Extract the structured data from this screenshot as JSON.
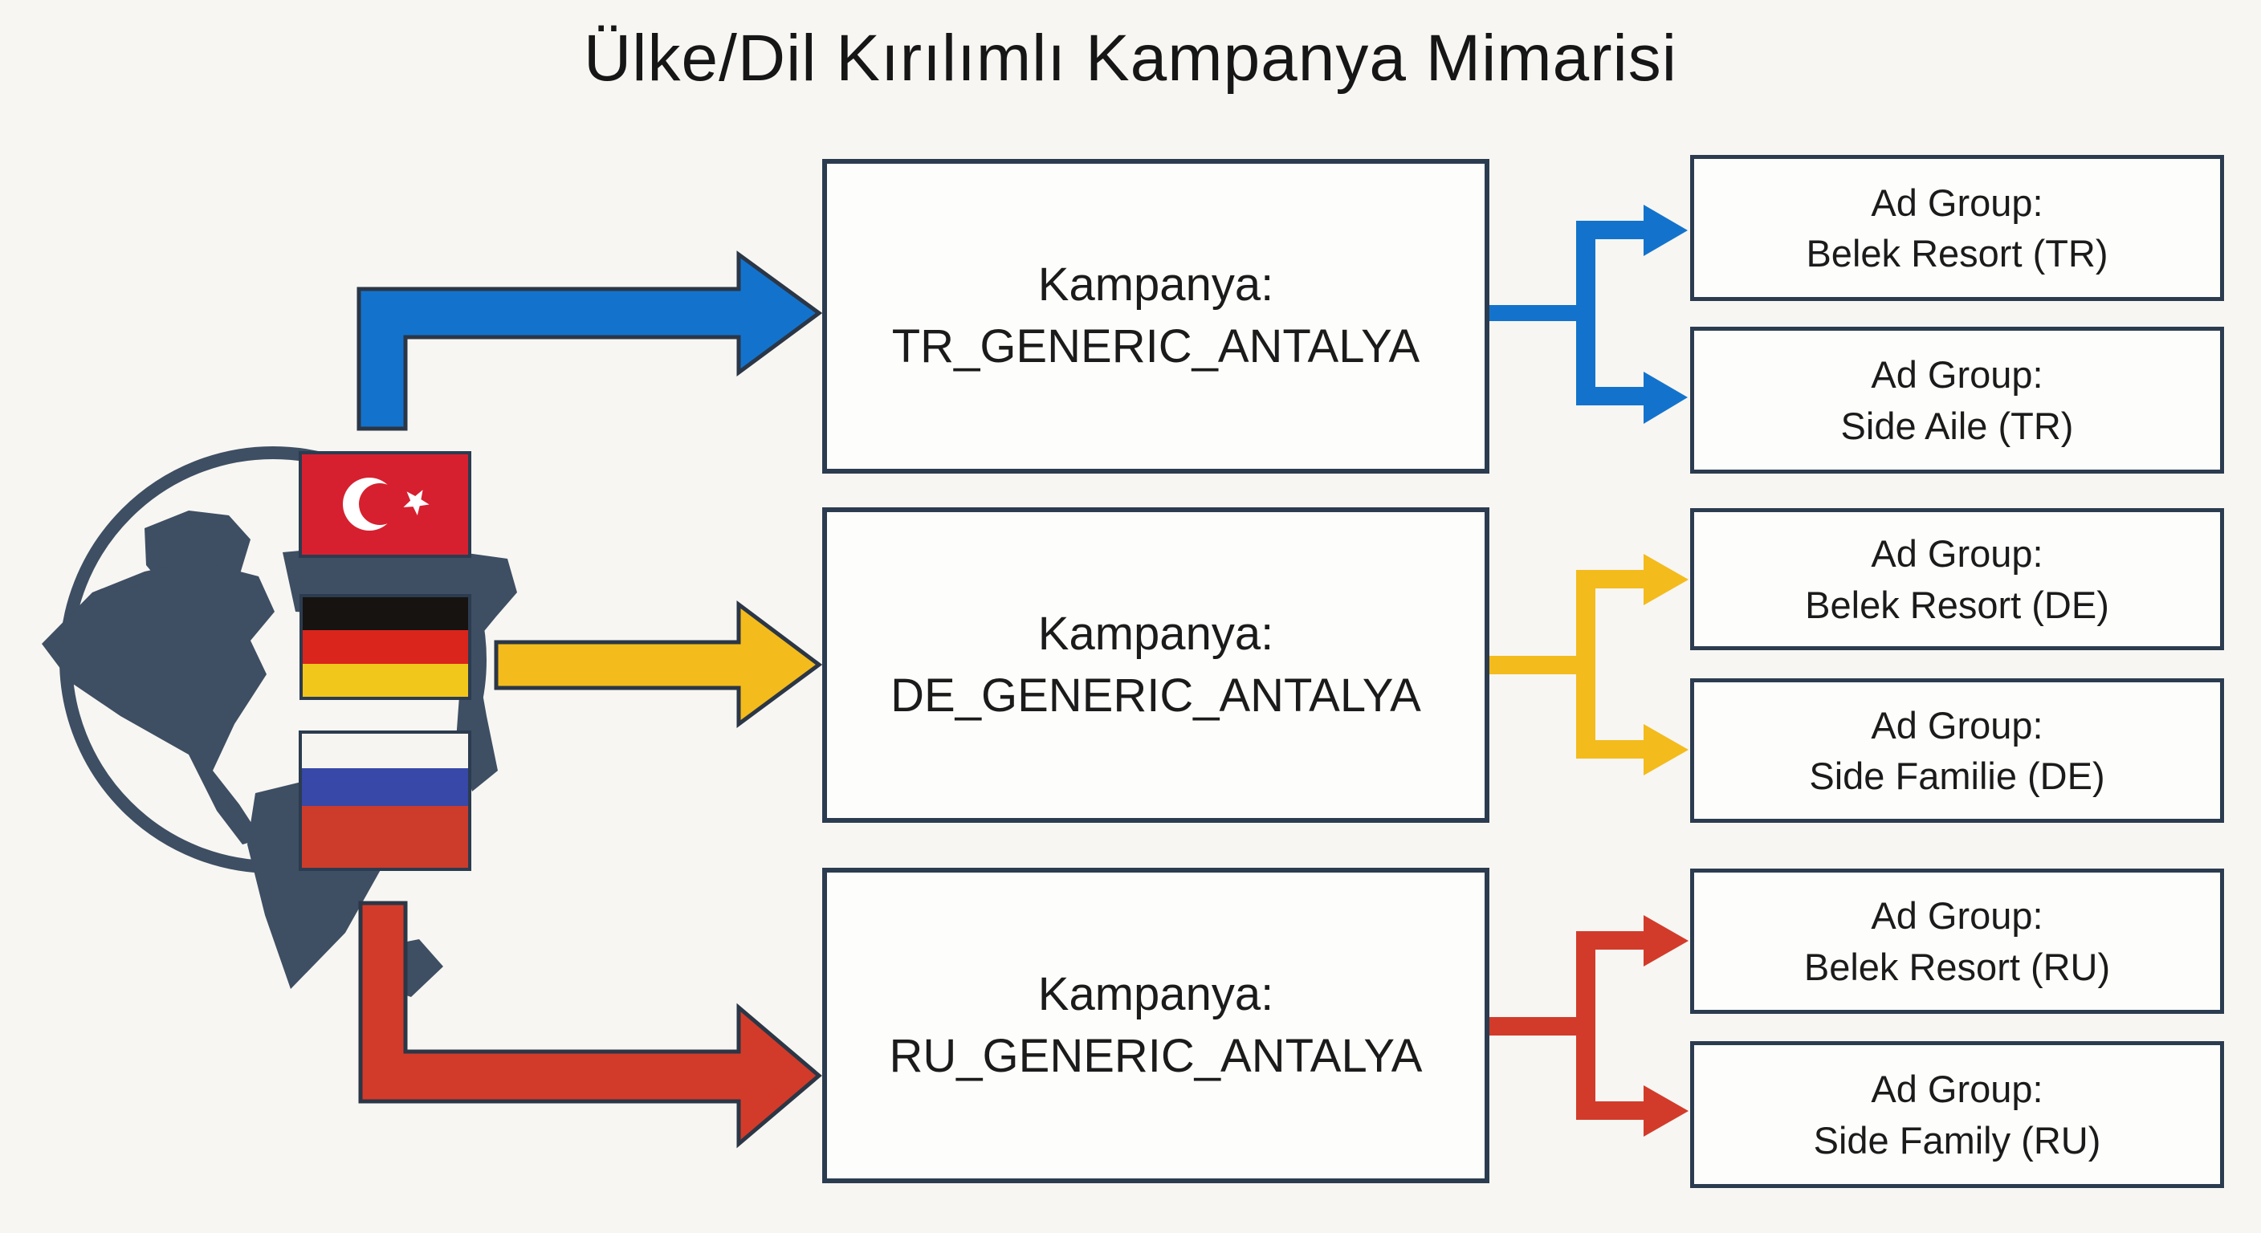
{
  "title": "Ülke/Dil Kırılımlı Kampanya Mimarisi",
  "colors": {
    "background": "#f7f6f2",
    "box_fill": "#fdfdfb",
    "box_border": "#2c3c50",
    "text": "#1b1b1b",
    "globe": "#3e4e63",
    "tr_blue": "#1373cc",
    "de_yellow": "#f3bb1c",
    "ru_red": "#d23b2a",
    "arrow_outline": "#2b3646"
  },
  "flags": {
    "turkey": {
      "red": "#d6202f",
      "white": "#ffffff"
    },
    "germany": {
      "black": "#171310",
      "red": "#da251d",
      "gold": "#f2c71b"
    },
    "russia": {
      "white": "#f7f5f1",
      "blue": "#3748a8",
      "red": "#cd3c2b"
    }
  },
  "campaigns": [
    {
      "id": "tr",
      "label": "Kampanya:",
      "name": "TR_GENERIC_ANTALYA",
      "color": "#1373cc",
      "ad_groups": [
        {
          "label": "Ad Group:",
          "name": "Belek Resort (TR)"
        },
        {
          "label": "Ad Group:",
          "name": "Side Aile (TR)"
        }
      ]
    },
    {
      "id": "de",
      "label": "Kampanya:",
      "name": "DE_GENERIC_ANTALYA",
      "color": "#f3bb1c",
      "ad_groups": [
        {
          "label": "Ad Group:",
          "name": "Belek Resort (DE)"
        },
        {
          "label": "Ad Group:",
          "name": "Side Familie (DE)"
        }
      ]
    },
    {
      "id": "ru",
      "label": "Kampanya:",
      "name": "RU_GENERIC_ANTALYA",
      "color": "#d23b2a",
      "ad_groups": [
        {
          "label": "Ad Group:",
          "name": "Belek Resort (RU)"
        },
        {
          "label": "Ad Group:",
          "name": "Side Family (RU)"
        }
      ]
    }
  ]
}
